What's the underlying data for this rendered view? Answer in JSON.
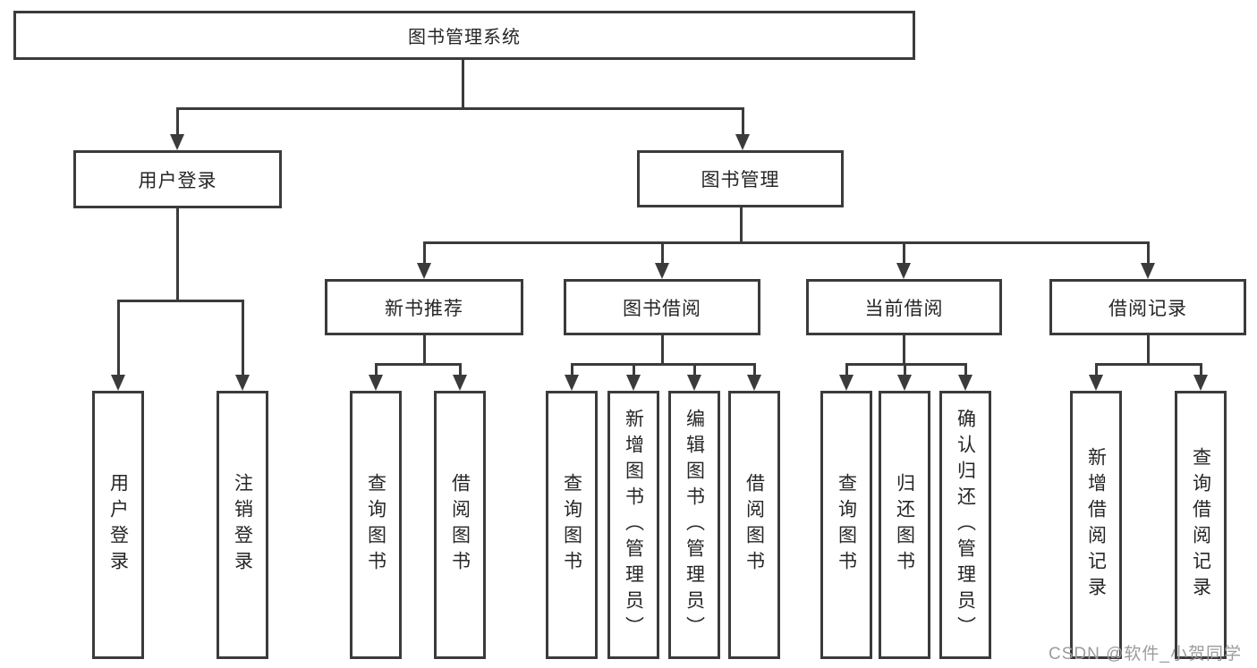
{
  "colors": {
    "line": "#3b3b3b",
    "text": "#262626",
    "background": "#ffffff",
    "watermark_gray": "#9c9c9c"
  },
  "root": {
    "label": "图书管理系统"
  },
  "level2": [
    {
      "label": "用户登录"
    },
    {
      "label": "图书管理"
    }
  ],
  "level3": [
    {
      "label": "新书推荐"
    },
    {
      "label": "图书借阅"
    },
    {
      "label": "当前借阅"
    },
    {
      "label": "借阅记录"
    }
  ],
  "leaves": {
    "user_login": [
      "用户登录",
      "注销登录"
    ],
    "new_book_recommend": [
      "查询图书",
      "借阅图书"
    ],
    "book_borrow": [
      "查询图书",
      "新增图书（管理员）",
      "编辑图书（管理员）",
      "借阅图书"
    ],
    "current_borrow": [
      "查询图书",
      "归还图书",
      "确认归还（管理员）"
    ],
    "borrow_records": [
      "新增借阅记录",
      "查询借阅记录"
    ]
  },
  "watermark": "CSDN @软件_小贺同学"
}
